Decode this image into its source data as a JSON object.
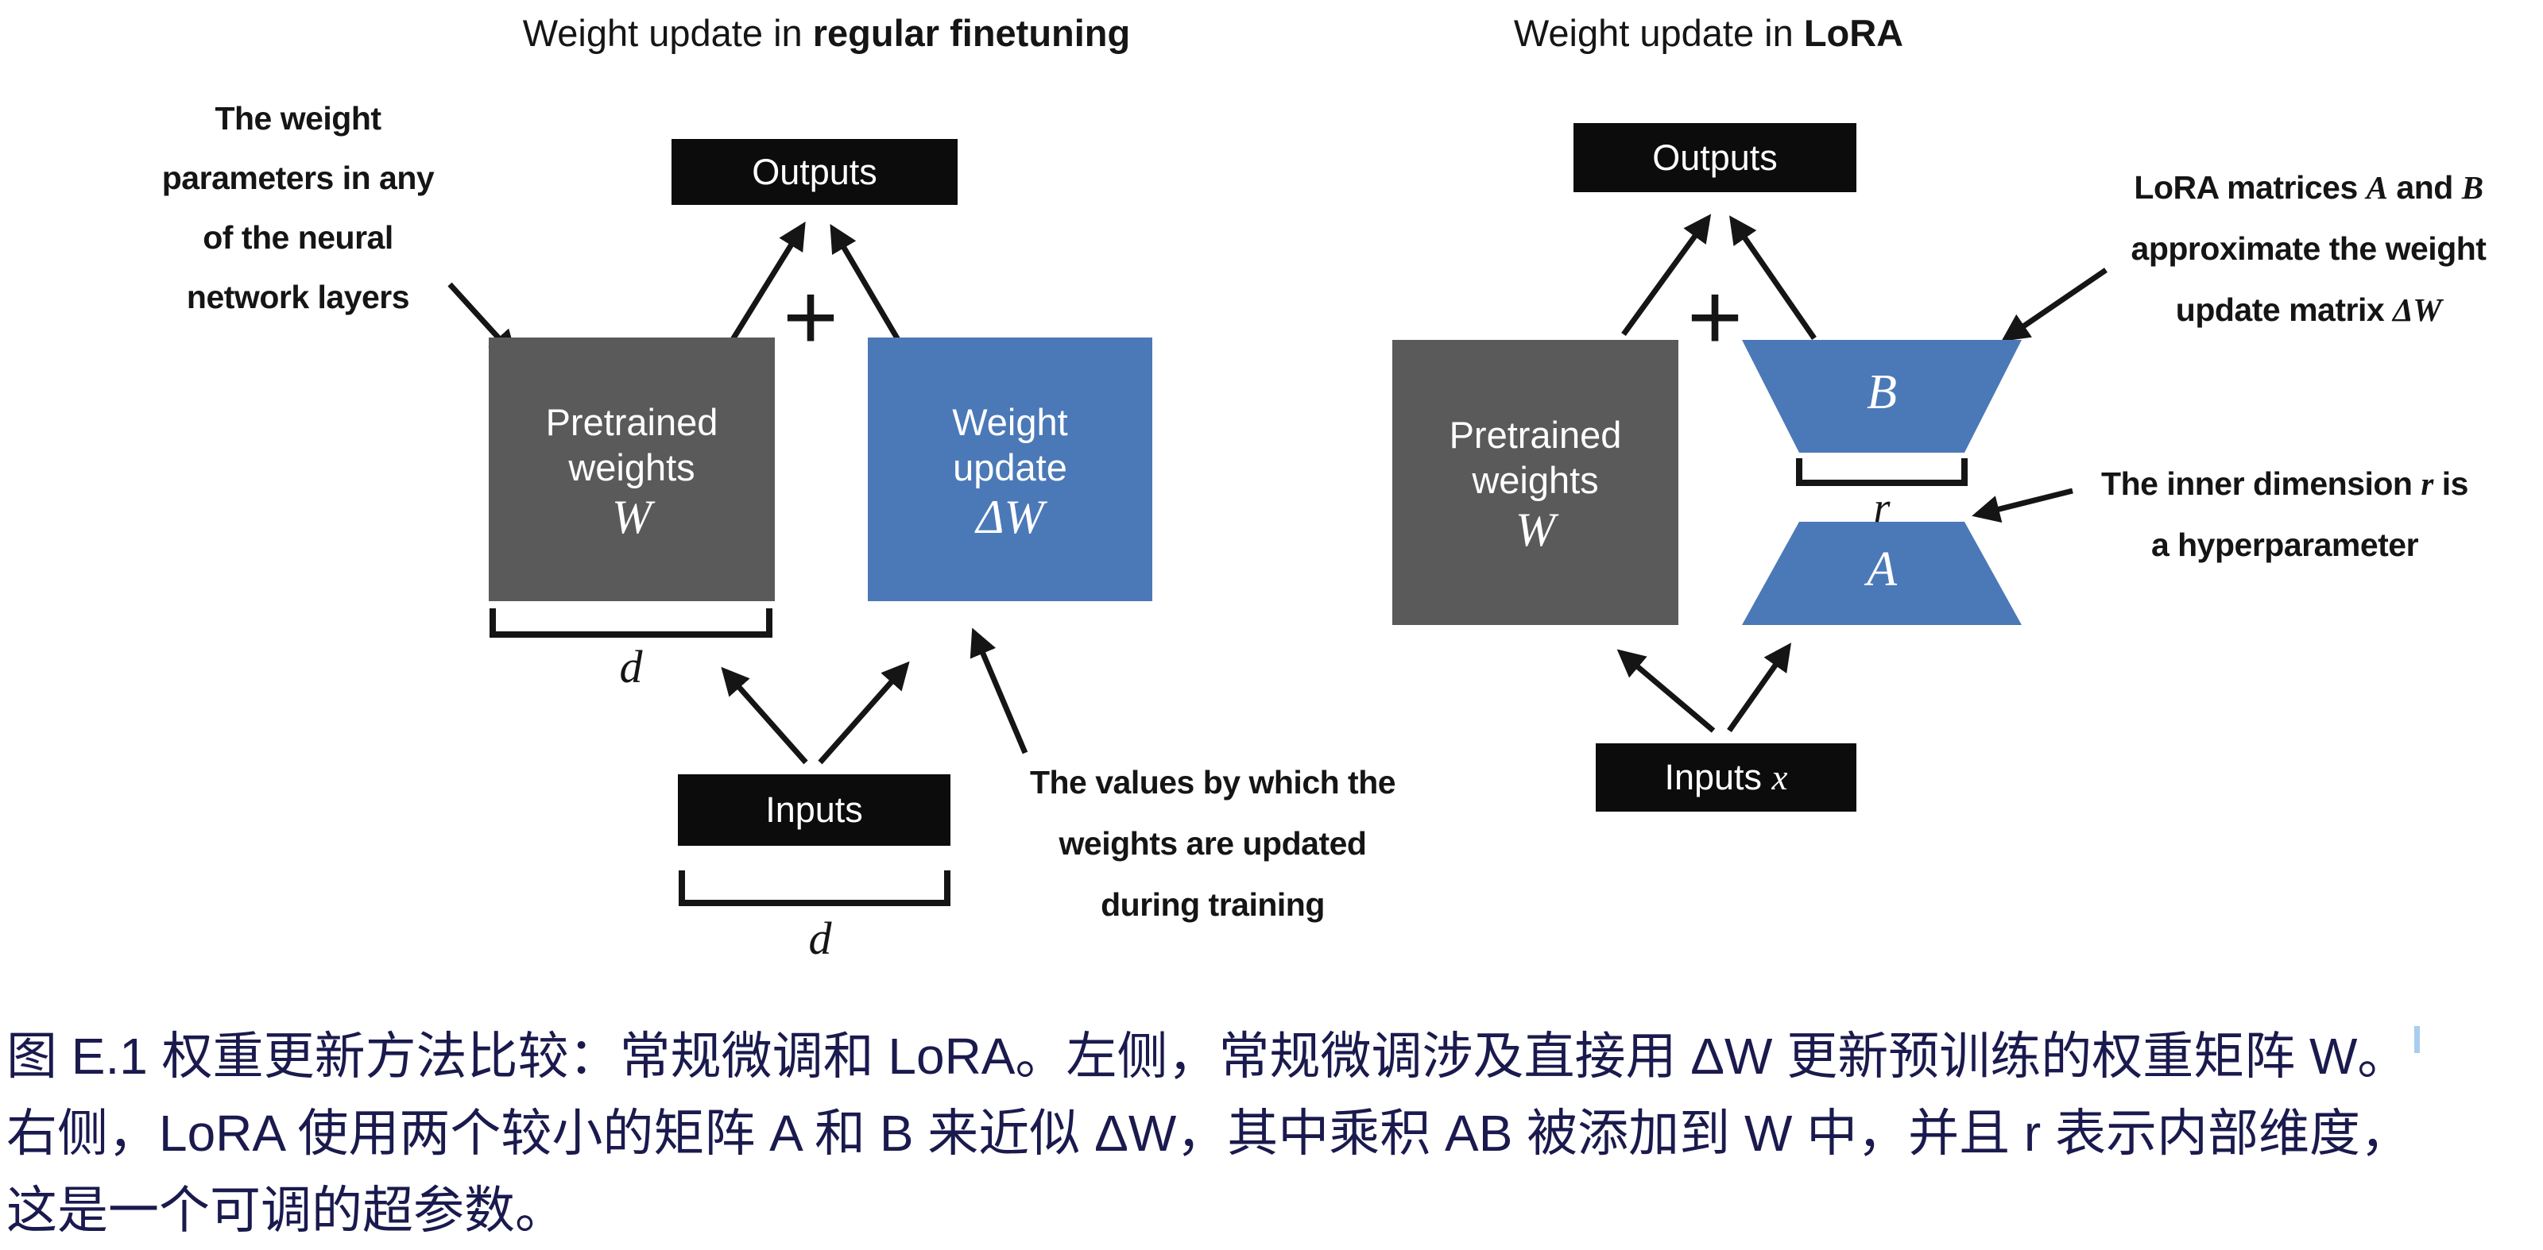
{
  "colors": {
    "accent_blue": "#4b79b7",
    "matrix_gray": "#5a5a5a",
    "io_black": "#0c0c0c",
    "caption_navy": "#1a1a4e",
    "ink": "#151515",
    "cursor_blue": "#a9cdf0"
  },
  "left_panel": {
    "title_prefix": "Weight update in ",
    "title_bold": "regular finetuning",
    "weight_annotation_lines": [
      "The weight",
      "parameters in any",
      "of the neural",
      "network layers"
    ],
    "outputs_label": "Outputs",
    "plus_sign": "+",
    "pretrained_box": {
      "lines": [
        "Pretrained",
        "weights"
      ],
      "math": "W"
    },
    "update_box": {
      "lines": [
        "Weight",
        "update"
      ],
      "math": "ΔW"
    },
    "weights_dim_label": "d",
    "inputs_label": "Inputs",
    "inputs_dim_label": "d",
    "values_annotation_lines": [
      "The values by which the",
      "weights are updated",
      "during training"
    ]
  },
  "right_panel": {
    "title_prefix": "Weight update in ",
    "title_bold": "LoRA",
    "outputs_label": "Outputs",
    "plus_sign": "+",
    "pretrained_box": {
      "lines": [
        "Pretrained",
        "weights"
      ],
      "math": "W"
    },
    "matrix_b_label": "B",
    "matrix_a_label": "A",
    "rank_label": "r",
    "inputs_segments": [
      {
        "t": "Inputs "
      },
      {
        "t": "x",
        "v": "math"
      }
    ],
    "lora_annotation": [
      [
        {
          "t": "LoRA matrices "
        },
        {
          "t": "A",
          "v": "math"
        },
        {
          "t": " and "
        },
        {
          "t": "B",
          "v": "math"
        }
      ],
      [
        {
          "t": "approximate the weight"
        }
      ],
      [
        {
          "t": "update matrix "
        },
        {
          "t": "ΔW",
          "v": "math"
        }
      ]
    ],
    "inner_dim_annotation": [
      [
        {
          "t": "The inner dimension "
        },
        {
          "t": "r",
          "v": "math"
        },
        {
          "t": " is"
        }
      ],
      [
        {
          "t": "a hyperparameter"
        }
      ]
    ]
  },
  "caption": {
    "lines": [
      "图 E.1 权重更新方法比较：常规微调和 LoRA。左侧，常规微调涉及直接用 ΔW 更新预训练的权重矩阵 W。",
      "右侧，LoRA 使用两个较小的矩阵 A 和 B 来近似 ΔW，其中乘积 AB 被添加到 W 中，并且 r 表示内部维度，",
      "这是一个可调的超参数。"
    ]
  }
}
